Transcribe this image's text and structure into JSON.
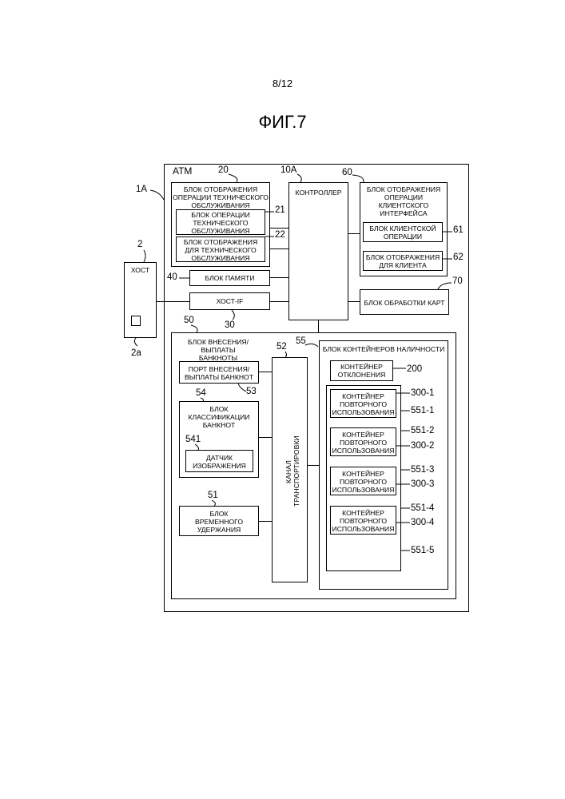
{
  "page_number": "8/12",
  "figure_title": "ФИГ.7",
  "atm": {
    "label": "АТМ",
    "ref": "1A"
  },
  "host": {
    "label": "ХОСТ",
    "ref": "2",
    "sub_ref": "2a"
  },
  "maint_display": {
    "ref": "20",
    "lines": [
      "БЛОК ОТОБРАЖЕНИЯ",
      "ОПЕРАЦИИ ТЕХНИЧЕСКОГО",
      "ОБСЛУЖИВАНИЯ"
    ],
    "op_unit": {
      "ref": "21",
      "lines": [
        "БЛОК ОПЕРАЦИИ",
        "ТЕХНИЧЕСКОГО",
        "ОБСЛУЖИВАНИЯ"
      ]
    },
    "disp_unit": {
      "ref": "22",
      "lines": [
        "БЛОК ОТОБРАЖЕНИЯ",
        "ДЛЯ ТЕХНИЧЕСКОГО",
        "ОБСЛУЖИВАНИЯ"
      ]
    }
  },
  "controller": {
    "ref": "10A",
    "label": "КОНТРОЛЛЕР"
  },
  "customer_display": {
    "ref": "60",
    "lines": [
      "БЛОК ОТОБРАЖЕНИЯ",
      "ОПЕРАЦИИ",
      "КЛИЕНТСКОГО",
      "ИНТЕРФЕЙСА"
    ],
    "op_unit": {
      "ref": "61",
      "lines": [
        "БЛОК КЛИЕНТСКОЙ",
        "ОПЕРАЦИИ"
      ]
    },
    "disp_unit": {
      "ref": "62",
      "lines": [
        "БЛОК ОТОБРАЖЕНИЯ",
        "ДЛЯ КЛИЕНТА"
      ]
    }
  },
  "memory": {
    "ref": "40",
    "label": "БЛОК ПАМЯТИ"
  },
  "host_if": {
    "ref": "30",
    "label": "ХОСТ-IF"
  },
  "card_unit": {
    "ref": "70",
    "label": "БЛОК ОБРАБОТКИ КАРТ"
  },
  "banknote_unit": {
    "ref": "50",
    "lines": [
      "БЛОК ВНЕСЕНИЯ/ВЫПЛАТЫ",
      "БАНКНОТЫ"
    ],
    "port": {
      "ref": "53",
      "lines": [
        "ПОРТ ВНЕСЕНИЯ/",
        "ВЫПЛАТЫ БАНКНОТ"
      ]
    },
    "classifier": {
      "ref": "54",
      "lines": [
        "БЛОК",
        "КЛАССИФИКАЦИИ",
        "БАНКНОТ"
      ],
      "sensor": {
        "ref": "541",
        "lines": [
          "ДАТЧИК",
          "ИЗОБРАЖЕНИЯ"
        ]
      }
    },
    "temp_hold": {
      "ref": "51",
      "lines": [
        "БЛОК",
        "ВРЕМЕННОГО",
        "УДЕРЖАНИЯ"
      ]
    },
    "transport": {
      "ref": "52",
      "label": "КАНАЛ ТРАНСПОРТИРОВКИ"
    }
  },
  "cash_unit": {
    "ref": "55",
    "label": "БЛОК КОНТЕЙНЕРОВ НАЛИЧНОСТИ",
    "reject": {
      "ref": "200",
      "lines": [
        "КОНТЕЙНЕР",
        "ОТКЛОНЕНИЯ"
      ]
    },
    "recycle_lines": [
      "КОНТЕЙНЕР",
      "ПОВТОРНОГО",
      "ИСПОЛЬЗОВАНИЯ"
    ],
    "cassettes": [
      {
        "ref_top": "300-1",
        "ref_bottom": "551-1"
      },
      {
        "ref_top": "551-2",
        "ref_bottom": "300-2"
      },
      {
        "ref_top": "551-3",
        "ref_bottom": "300-3"
      },
      {
        "ref_top": "551-4",
        "ref_bottom": "300-4"
      }
    ],
    "last_slot_ref": "551-5"
  }
}
